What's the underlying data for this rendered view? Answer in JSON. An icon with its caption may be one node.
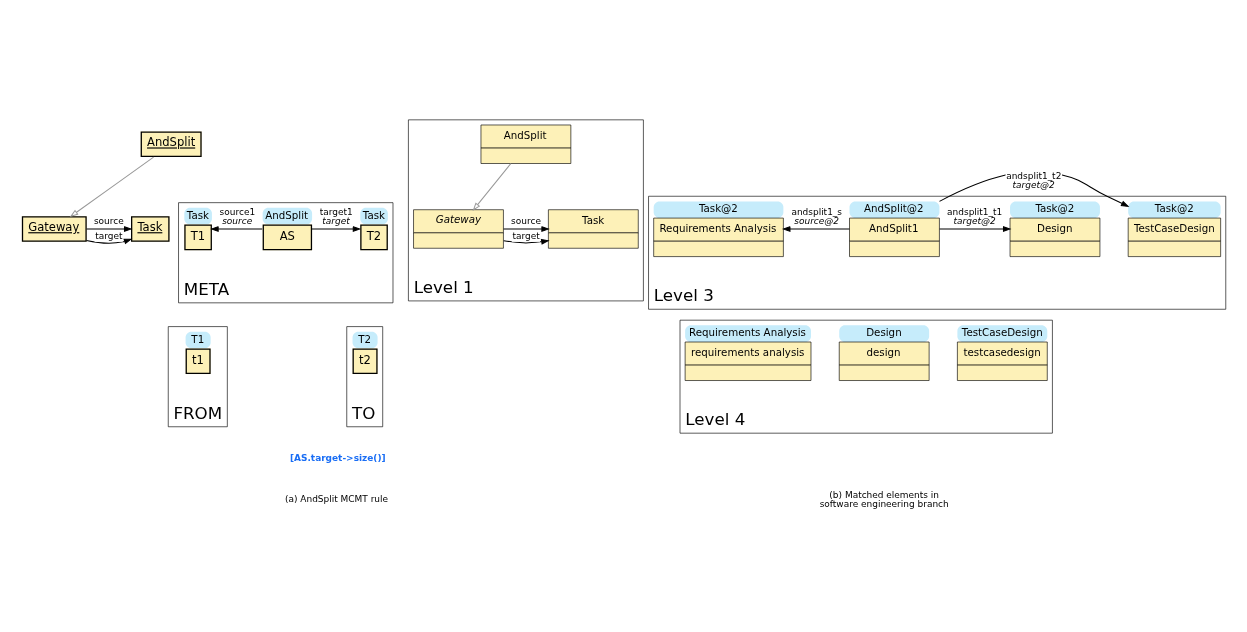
{
  "diagram": {
    "nodes": [
      {
        "text": [
          "Gateway"
        ]
      },
      {
        "text": [
          "Task"
        ]
      },
      {
        "text": [
          "AndSplit"
        ]
      },
      {
        "text": [
          "META"
        ]
      },
      {
        "text": [
          "Task",
          "T1"
        ],
        "in": 3
      },
      {
        "text": [
          "AndSplit",
          "AS"
        ],
        "in": 3
      },
      {
        "text": [
          "Task",
          "T2"
        ],
        "in": 3
      },
      {
        "text": [
          "FROM"
        ]
      },
      {
        "text": [
          "T1",
          "t1"
        ],
        "in": 7
      },
      {
        "text": [
          "TO"
        ]
      },
      {
        "text": [
          "T2",
          "t2"
        ],
        "in": 9
      },
      {
        "text": [
          "Level 1"
        ]
      },
      {
        "text": [
          "Gateway"
        ],
        "in": 11
      },
      {
        "text": [
          "Task"
        ],
        "in": 11
      },
      {
        "text": [
          "AndSplit"
        ],
        "in": 11
      },
      {
        "text": [
          "Level 3"
        ]
      },
      {
        "text": [
          "Task@2",
          "Requirements Analysis"
        ],
        "in": 15
      },
      {
        "text": [
          "AndSplit@2",
          "AndSplit1"
        ],
        "in": 15
      },
      {
        "text": [
          "Task@2",
          "Design"
        ],
        "in": 15
      },
      {
        "text": [
          "Task@2",
          "TestCaseDesign"
        ],
        "in": 15
      },
      {
        "text": [
          "Level 4"
        ]
      },
      {
        "text": [
          "Requirements Analysis",
          "requirements analysis"
        ],
        "in": 20
      },
      {
        "text": [
          "Design",
          "design"
        ],
        "in": 20
      },
      {
        "text": [
          "TestCaseDesign",
          "testcasedesign"
        ],
        "in": 20
      }
    ],
    "edges": [
      {
        "from": 0,
        "to": 1,
        "arrow": "to",
        "label": "source"
      },
      {
        "from": 0,
        "to": 1,
        "arrow": "to",
        "label": "target"
      },
      {
        "from": 2,
        "to": 0,
        "arrow": "to",
        "color": "#999999"
      },
      {
        "from": 5,
        "to": 4,
        "arrow": "to",
        "label": "source1"
      },
      {
        "from": 5,
        "to": 6,
        "arrow": "to",
        "label": "target1"
      },
      {
        "from": 12,
        "to": 13,
        "arrow": "to",
        "label": "target"
      },
      {
        "from": 12,
        "to": 13,
        "arrow": "to",
        "label": "source"
      },
      {
        "from": 14,
        "to": 12,
        "arrow": "to",
        "color": "#999999"
      },
      {
        "from": 17,
        "to": 16,
        "arrow": "to",
        "label": "andsplit1_s"
      },
      {
        "from": 17,
        "to": 18,
        "arrow": "to",
        "label": "andsplit1_t1"
      },
      {
        "from": 17,
        "to": 19,
        "arrow": "to",
        "label": "andsplit1_t2"
      }
    ],
    "labels": [
      "source",
      "target",
      "source@2",
      "target@2",
      "target@2",
      "[AS.target->size()]",
      "(a) AndSplit MCMT rule",
      "(b) Matched elements in software engineering branch"
    ]
  }
}
